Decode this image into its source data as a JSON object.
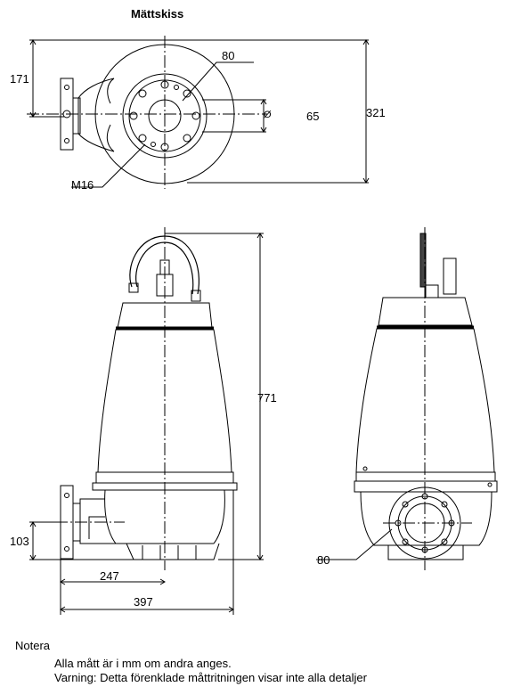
{
  "title": "Mättskiss",
  "dims": {
    "top_171": "171",
    "top_80": "80",
    "top_diameter_symbol": "Ø",
    "top_65": "65",
    "top_321": "321",
    "top_m16": "M16",
    "side_771": "771",
    "side_103": "103",
    "side_247": "247",
    "side_397": "397",
    "front_80": "80"
  },
  "notes": {
    "heading": "Notera",
    "lines": [
      "Alla mått är i mm om andra anges.",
      "Varning: Detta förenklade måttritningen visar inte alla detaljer"
    ]
  },
  "colors": {
    "line": "#000000",
    "body_fill": "#ffffff",
    "band_fill": "#3a3a3a"
  }
}
